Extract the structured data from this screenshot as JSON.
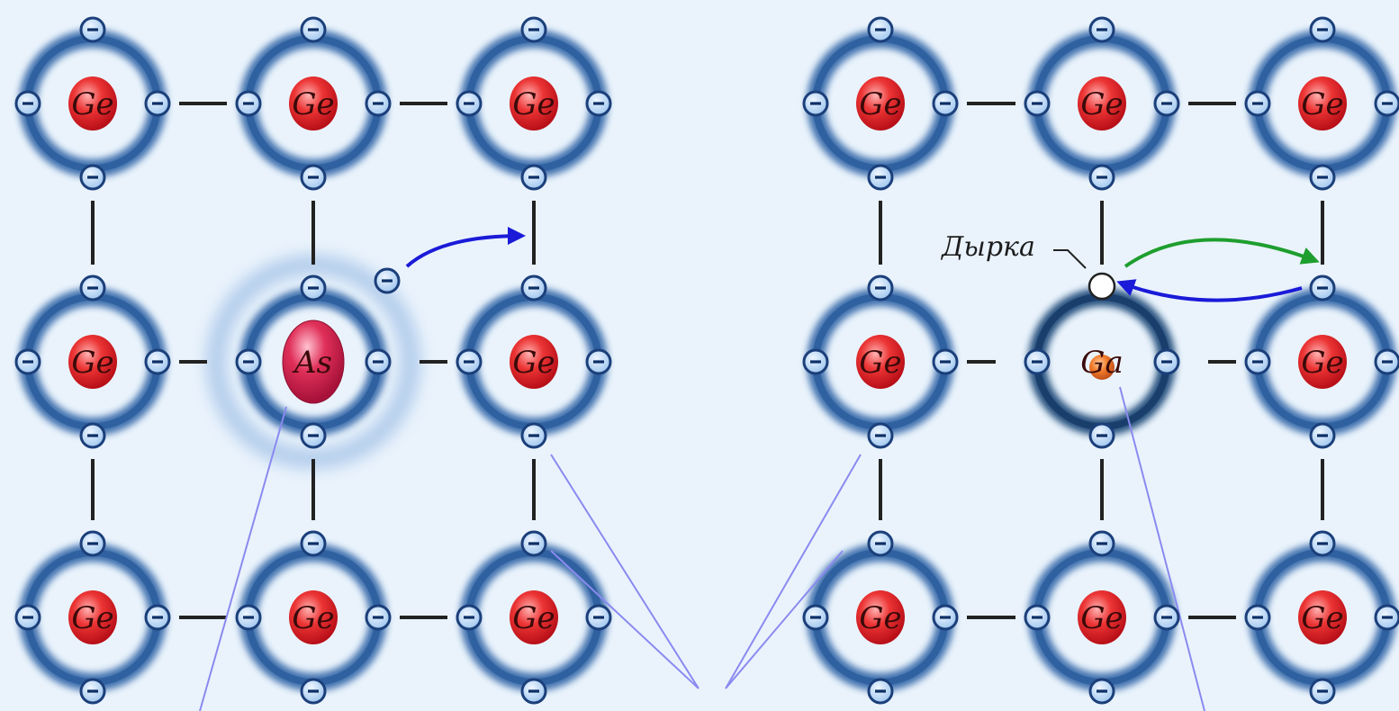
{
  "diagram": {
    "element_labels": {
      "germanium": "Ge",
      "arsenic": "As",
      "gallium": "Ga"
    },
    "hole_label": "Дырка",
    "panels": [
      {
        "id": "n-type",
        "grid": [
          [
            "Ge",
            "Ge",
            "Ge"
          ],
          [
            "Ge",
            "As",
            "Ge"
          ],
          [
            "Ge",
            "Ge",
            "Ge"
          ]
        ]
      },
      {
        "id": "p-type",
        "grid": [
          [
            "Ge",
            "Ge",
            "Ge"
          ],
          [
            "Ge",
            "Ga",
            "Ge"
          ],
          [
            "Ge",
            "Ge",
            "Ge"
          ]
        ]
      }
    ],
    "electron_symbol": "minus",
    "colors": {
      "background": "#eaf3fc",
      "orbit_blue": "#2e64a6",
      "ge_nucleus": "#e0202b",
      "as_nucleus": "#d42050",
      "ga_nucleus": "#f0782a",
      "electron_fill": "#b9d6f6",
      "arrow_blue": "#1a1ad8",
      "arrow_green": "#1e9e2e",
      "pointer_line": "#8a8af0",
      "bond_line": "#222222"
    }
  }
}
